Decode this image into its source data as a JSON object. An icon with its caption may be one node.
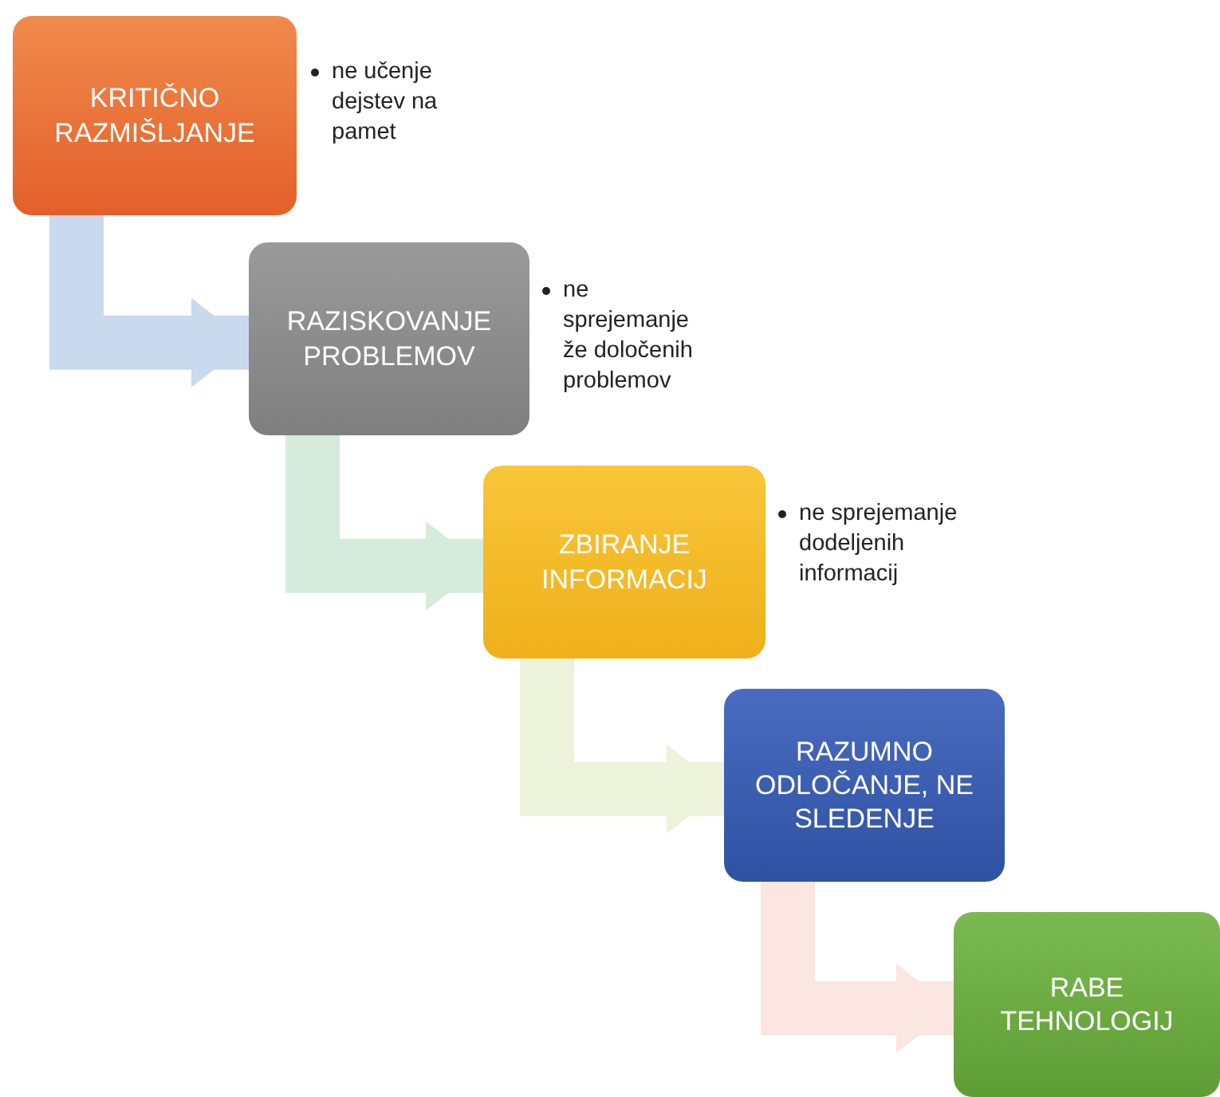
{
  "diagram": {
    "nodes": [
      {
        "text": [
          "KRITIČNO RAZMIŠLJANJE"
        ],
        "beside": [
          "ne učenje dejstev na pamet"
        ]
      },
      {
        "text": [
          "RAZISKOVANJE PROBLEMOV"
        ],
        "beside": [
          "ne sprejemanje že določenih problemov"
        ]
      },
      {
        "text": [
          "ZBIRANJE INFORMACIJ"
        ],
        "beside": [
          "ne sprejemanje dodeljenih informacij"
        ]
      },
      {
        "text": [
          "RAZUMNO ODLOČANJE, NE SLEDENJE"
        ]
      },
      {
        "text": [
          "RABE TEHNOLOGIJ"
        ]
      }
    ],
    "edges": [
      {
        "from": 0,
        "to": 1,
        "arrow": "to",
        "color": "#c9d9ee"
      },
      {
        "from": 1,
        "to": 2,
        "arrow": "to",
        "color": "#d5ecdc"
      },
      {
        "from": 2,
        "to": 3,
        "arrow": "to",
        "color": "#ecf3da"
      },
      {
        "from": 3,
        "to": 4,
        "arrow": "to",
        "color": "#fbe6e1"
      }
    ]
  }
}
